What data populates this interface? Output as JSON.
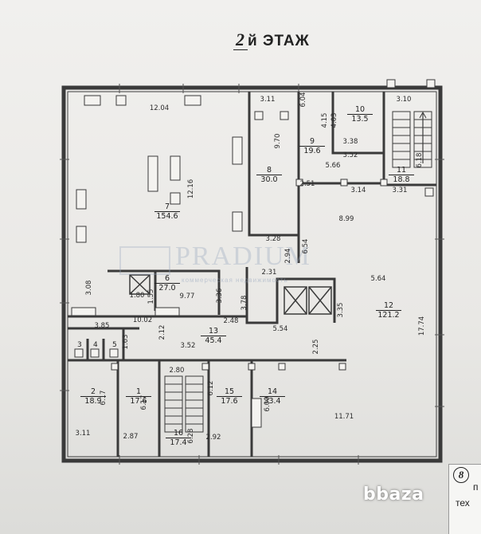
{
  "title": {
    "number": "2",
    "suffix": "й ЭТАЖ"
  },
  "watermark": {
    "text": "PRADIUM",
    "subtitle": "коммерческая недвижимость"
  },
  "brand": "bbaza",
  "corner": {
    "number": "8",
    "line1": "п",
    "line2": "тех"
  },
  "rooms": [
    {
      "id": "room-7",
      "number": "7",
      "area": "154.6"
    },
    {
      "id": "room-8",
      "number": "8",
      "area": "30.0"
    },
    {
      "id": "room-9",
      "number": "9",
      "area": "19.6"
    },
    {
      "id": "room-10",
      "number": "10",
      "area": "13.5"
    },
    {
      "id": "room-11",
      "number": "11",
      "area": "18.8"
    },
    {
      "id": "room-12",
      "number": "12",
      "area": "121.2"
    },
    {
      "id": "room-6",
      "number": "6",
      "area": "27.0"
    },
    {
      "id": "room-13",
      "number": "13",
      "area": "45.4"
    },
    {
      "id": "room-2",
      "number": "2",
      "area": "18.9"
    },
    {
      "id": "room-1",
      "number": "1",
      "area": "17.6"
    },
    {
      "id": "room-16",
      "number": "16",
      "area": "17.4"
    },
    {
      "id": "room-15",
      "number": "15",
      "area": "17.6"
    },
    {
      "id": "room-14",
      "number": "14",
      "area": "33.4"
    }
  ],
  "small_rooms": [
    "3",
    "4",
    "5"
  ],
  "dimensions": [
    "12.04",
    "3.11",
    "6.04",
    "4.15",
    "4.03",
    "3.10",
    "3.38",
    "3.52",
    "5.66",
    "6.18",
    "9.70",
    "2.51",
    "3.14",
    "3.31",
    "12.16",
    "8.99",
    "3.28",
    "6.54",
    "2.94",
    "2.31",
    "5.64",
    "3.08",
    "1.80",
    "1.55",
    "9.77",
    "3.36",
    "3.78",
    "3.35",
    "10.02",
    "2.48",
    "3.85",
    "5.54",
    "17.74",
    "1.63",
    "2.12",
    "3.52",
    "2.25",
    "2.80",
    "6.17",
    "6.17",
    "6.12",
    "6.28",
    "6.00",
    "11.71",
    "3.11",
    "2.87",
    "2.92"
  ]
}
